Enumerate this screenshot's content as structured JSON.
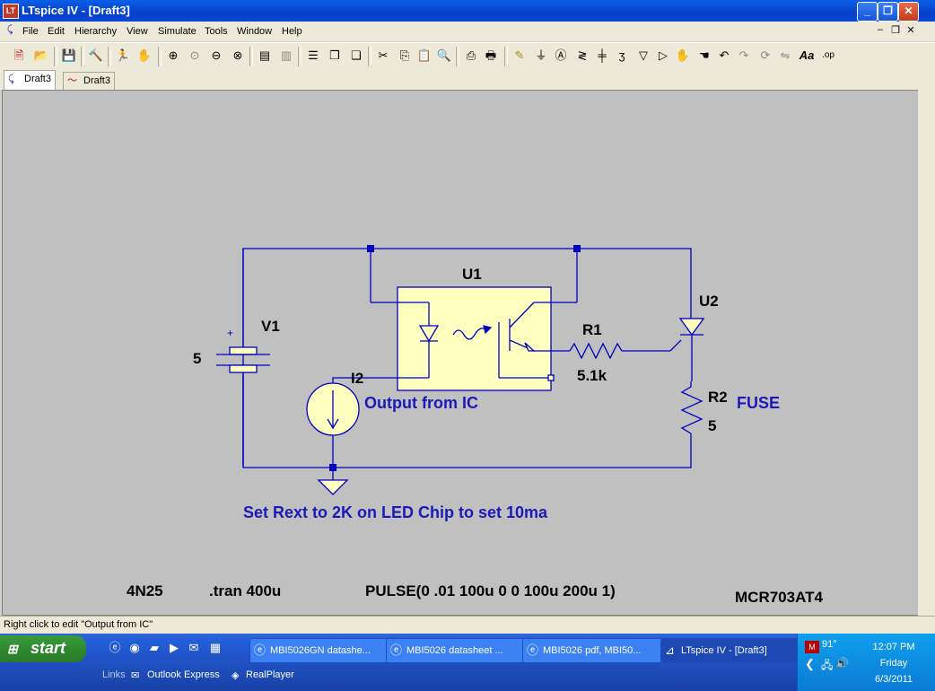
{
  "window": {
    "title": "LTspice IV - [Draft3]",
    "app_icon": "LT"
  },
  "menu": [
    "File",
    "Edit",
    "Hierarchy",
    "View",
    "Simulate",
    "Tools",
    "Window",
    "Help"
  ],
  "tabs": [
    {
      "label": "Draft3",
      "icon": "schematic-icon"
    },
    {
      "label": "Draft3",
      "icon": "waveform-icon"
    }
  ],
  "schematic": {
    "u1_label": "U1",
    "u2_label": "U2",
    "v1_label": "V1",
    "v1_value": "5",
    "v1_plus": "+",
    "r1_label": "R1",
    "r1_value": "5.1k",
    "r2_label": "R2",
    "r2_value": "5",
    "i2_label": "I2",
    "net_output": "Output from IC",
    "net_fuse": "FUSE",
    "note": "Set Rext to 2K on LED Chip to set 10ma",
    "u1_part": "4N25",
    "tran": ".tran 400u",
    "pulse": "PULSE(0 .01 100u 0 0 100u 200u 1)",
    "u2_part": "MCR703AT4",
    "colors": {
      "wire": "#0000c0",
      "part": "#0000c0",
      "text": "#000000",
      "netlabel": "#1a1ab8",
      "component_fill": "#ffffc0",
      "junction": "#0000c0",
      "canvas": "#c0c0c0"
    }
  },
  "status": {
    "text": "Right click to edit \"Output from IC\""
  },
  "taskbar": {
    "start_label": "start",
    "buttons": [
      {
        "label": "MBI5026GN datashe...",
        "icon": "ie-icon"
      },
      {
        "label": "MBI5026 datasheet ...",
        "icon": "ie-icon"
      },
      {
        "label": "MBI5026 pdf, MBI50...",
        "icon": "ie-icon"
      },
      {
        "label": "LTspice IV - [Draft3]",
        "icon": "ltspice-icon"
      }
    ],
    "links_label": "Links",
    "links": [
      "Outlook Express",
      "RealPlayer"
    ],
    "tray": {
      "temp": "91°",
      "time": "12:07 PM",
      "day": "Friday",
      "date": "6/3/2011"
    }
  }
}
